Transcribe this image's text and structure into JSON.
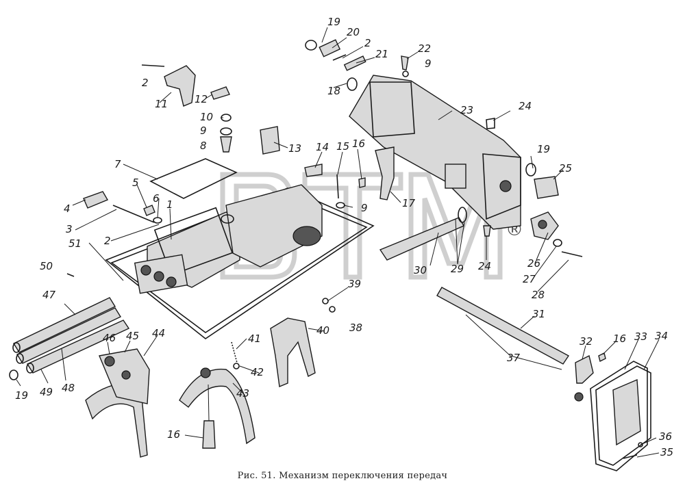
{
  "caption": "Рис. 51. Механизм переключения передач",
  "watermark": {
    "text": "BTM",
    "mark": "®"
  },
  "part_labels": [
    {
      "id": "p19a",
      "text": "19"
    },
    {
      "id": "p20",
      "text": "20"
    },
    {
      "id": "p2a",
      "text": "2"
    },
    {
      "id": "p21",
      "text": "21"
    },
    {
      "id": "p22",
      "text": "22"
    },
    {
      "id": "p9a",
      "text": "9"
    },
    {
      "id": "p18",
      "text": "18"
    },
    {
      "id": "p2b",
      "text": "2"
    },
    {
      "id": "p11",
      "text": "11"
    },
    {
      "id": "p12",
      "text": "12"
    },
    {
      "id": "p10",
      "text": "10"
    },
    {
      "id": "p9b",
      "text": "9"
    },
    {
      "id": "p8",
      "text": "8"
    },
    {
      "id": "p13",
      "text": "13"
    },
    {
      "id": "p23",
      "text": "23"
    },
    {
      "id": "p24a",
      "text": "24"
    },
    {
      "id": "p14",
      "text": "14"
    },
    {
      "id": "p15",
      "text": "15"
    },
    {
      "id": "p16a",
      "text": "16"
    },
    {
      "id": "p7",
      "text": "7"
    },
    {
      "id": "p5",
      "text": "5"
    },
    {
      "id": "p6",
      "text": "6"
    },
    {
      "id": "p1",
      "text": "1"
    },
    {
      "id": "p4",
      "text": "4"
    },
    {
      "id": "p3",
      "text": "3"
    },
    {
      "id": "p2c",
      "text": "2"
    },
    {
      "id": "p9c",
      "text": "9"
    },
    {
      "id": "p17",
      "text": "17"
    },
    {
      "id": "p19b",
      "text": "19"
    },
    {
      "id": "p25",
      "text": "25"
    },
    {
      "id": "p51",
      "text": "51"
    },
    {
      "id": "p50",
      "text": "50"
    },
    {
      "id": "p30",
      "text": "30"
    },
    {
      "id": "p29",
      "text": "29"
    },
    {
      "id": "p24b",
      "text": "24"
    },
    {
      "id": "p26",
      "text": "26"
    },
    {
      "id": "p27",
      "text": "27"
    },
    {
      "id": "p28",
      "text": "28"
    },
    {
      "id": "p39",
      "text": "39"
    },
    {
      "id": "p38",
      "text": "38"
    },
    {
      "id": "p47",
      "text": "47"
    },
    {
      "id": "p31",
      "text": "31"
    },
    {
      "id": "p41",
      "text": "41"
    },
    {
      "id": "p40",
      "text": "40"
    },
    {
      "id": "p46",
      "text": "46"
    },
    {
      "id": "p45",
      "text": "45"
    },
    {
      "id": "p44",
      "text": "44"
    },
    {
      "id": "p42",
      "text": "42"
    },
    {
      "id": "p37",
      "text": "37"
    },
    {
      "id": "p32",
      "text": "32"
    },
    {
      "id": "p16b",
      "text": "16"
    },
    {
      "id": "p33",
      "text": "33"
    },
    {
      "id": "p34",
      "text": "34"
    },
    {
      "id": "p19c",
      "text": "19"
    },
    {
      "id": "p49",
      "text": "49"
    },
    {
      "id": "p48",
      "text": "48"
    },
    {
      "id": "p43",
      "text": "43"
    },
    {
      "id": "p16c",
      "text": "16"
    },
    {
      "id": "p36",
      "text": "36"
    },
    {
      "id": "p35",
      "text": "35"
    }
  ]
}
